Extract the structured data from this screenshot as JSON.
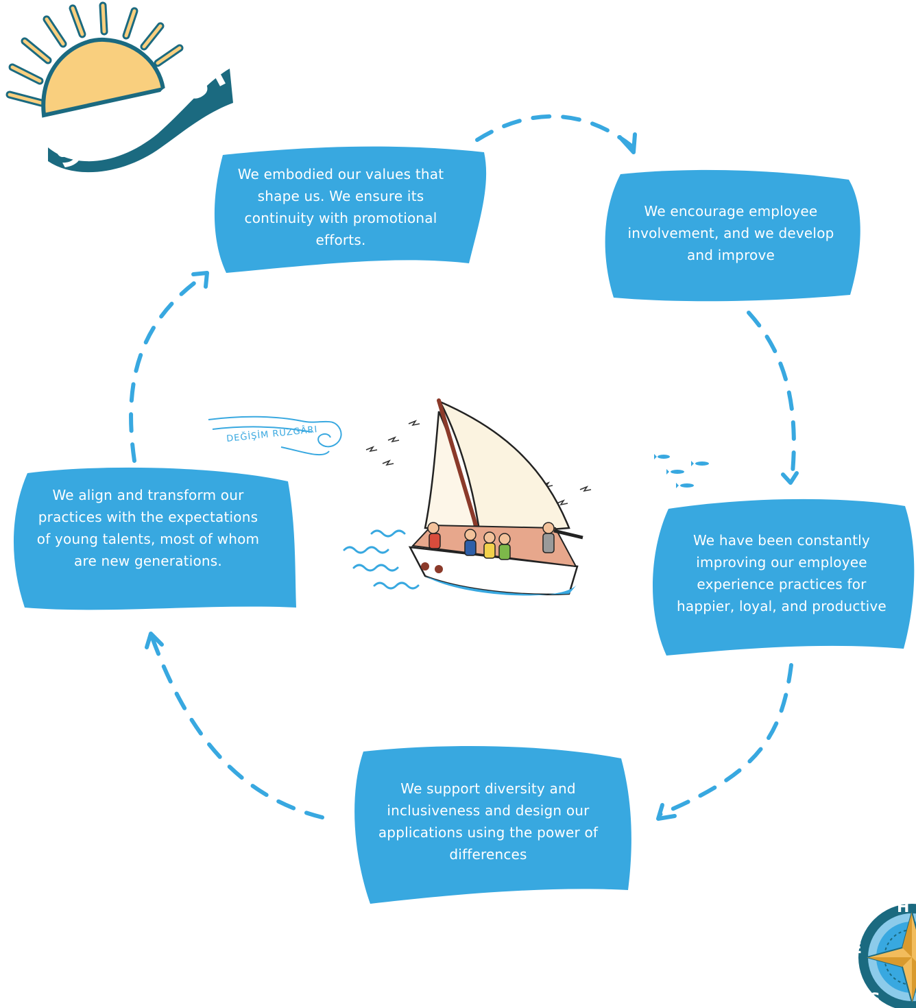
{
  "logo": {
    "text": "SUN ROUTE",
    "colors": {
      "sun": "#F9CF7E",
      "ribbon": "#1B6A80",
      "lettering": "#ffffff"
    }
  },
  "steps": [
    {
      "text": "We embodied our values that shape us. We ensure its continuity with promotional efforts."
    },
    {
      "text": "We encourage employee involvement, and we develop and improve"
    },
    {
      "text": "We have been constantly improving our employee experience practices for happier, loyal, and productive"
    },
    {
      "text": "We support diversity and inclusiveness and design our applications using the power of differences"
    },
    {
      "text": "We align and transform our practices with the expectations of young talents, most of whom are new generations."
    }
  ],
  "illustration": {
    "icon": "sailboat-illustration",
    "wind_label": "DEĞİŞİM RÜZGÂRI"
  },
  "compass": {
    "icon": "compass-rose-icon",
    "letters": {
      "north": "H",
      "west": "E",
      "south": "S"
    }
  },
  "colors": {
    "bubble": "#38A8E0",
    "arrow": "#38A8E0",
    "text": "#ffffff"
  }
}
